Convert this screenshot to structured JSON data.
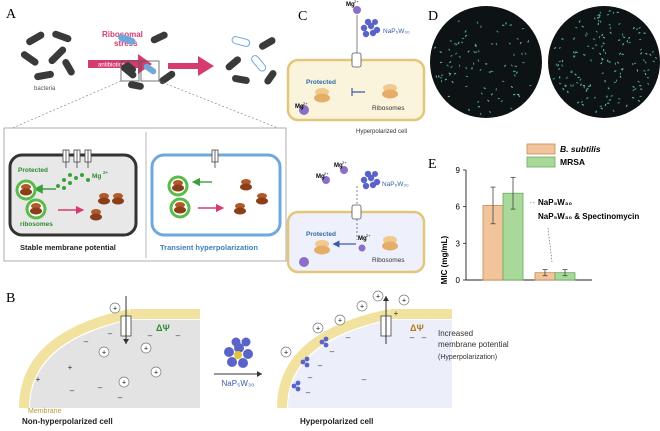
{
  "panels": {
    "A": "A",
    "B": "B",
    "C": "C",
    "D": "D",
    "E": "E"
  },
  "panel_a": {
    "stress_line1": "Ribosomal",
    "stress_line2": "stress",
    "antibiotics": "antibiotics",
    "bacteria": "bacteria",
    "protected": "Protected",
    "mg": "Mg",
    "ribosomes": "ribosomes",
    "stable": "Stable membrane potential",
    "transient": "Transient hyperpolarization"
  },
  "panel_b": {
    "delta_psi": "ΔΨ",
    "membrane": "Membrane",
    "non_hyper": "Non-hyperpolarized cell",
    "hyper": "Hyperpolarized cell",
    "compound": "NaP₅W₃₀",
    "increased_line1": "Increased",
    "increased_line2": "membrane potential",
    "hyper_paren": "(Hyperpolarization)"
  },
  "panel_c": {
    "mg": "Mg",
    "compound": "NaP₅W₃₀",
    "protected": "Protected",
    "ribosomes": "Ribosomes",
    "hyper_cell": "Hyperpolarized cell"
  },
  "panel_e": {
    "ylabel": "MIC (mg/mL)",
    "label1": "NaP₅W₃₀",
    "label2": "NaP₅W₃₀ & Spectinomycin"
  },
  "colors": {
    "orange": "#f2c49b",
    "green": "#a8d99a",
    "pink": "#d63b6e",
    "blue": "#6fa8dc"
  },
  "chart_data": {
    "type": "bar",
    "categories": [
      "NaP₅W₃₀",
      "NaP₅W₃₀ & Spectinomycin"
    ],
    "series": [
      {
        "name": "B. subtilis",
        "values": [
          6.1,
          0.6
        ],
        "errors": [
          1.5,
          0.25
        ]
      },
      {
        "name": "MRSA",
        "values": [
          7.1,
          0.6
        ],
        "errors": [
          1.3,
          0.25
        ]
      }
    ],
    "ylabel": "MIC (mg/mL)",
    "ylim": [
      0,
      9
    ],
    "yticks": [
      0,
      3,
      6,
      9
    ],
    "legend": "top"
  }
}
